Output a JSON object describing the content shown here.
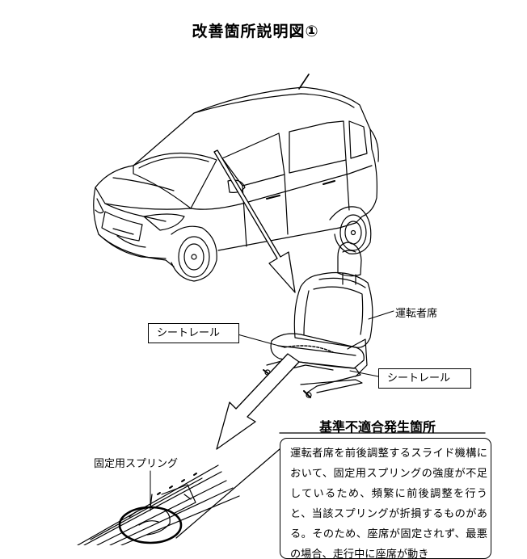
{
  "title": "改善箇所説明図①",
  "labels": {
    "seat_rail_top": "シートレール",
    "seat_rail_bottom": "シートレール",
    "driver_seat": "運転者席",
    "fixing_spring": "固定用スプリング"
  },
  "defect": {
    "heading": "基準不適合発生箇所",
    "text": "運転者席を前後調整するスライド機構において、固定用スプリングの強度が不足しているため、頻繁に前後調整を行うと、当該スプリングが折損するものがある。そのため、座席が固定されず、最悪の場合、走行中に座席が動き"
  },
  "icons": [
    "car-illustration",
    "seat-illustration",
    "seat-rail-closeup-illustration",
    "callout-arrow-icon"
  ]
}
